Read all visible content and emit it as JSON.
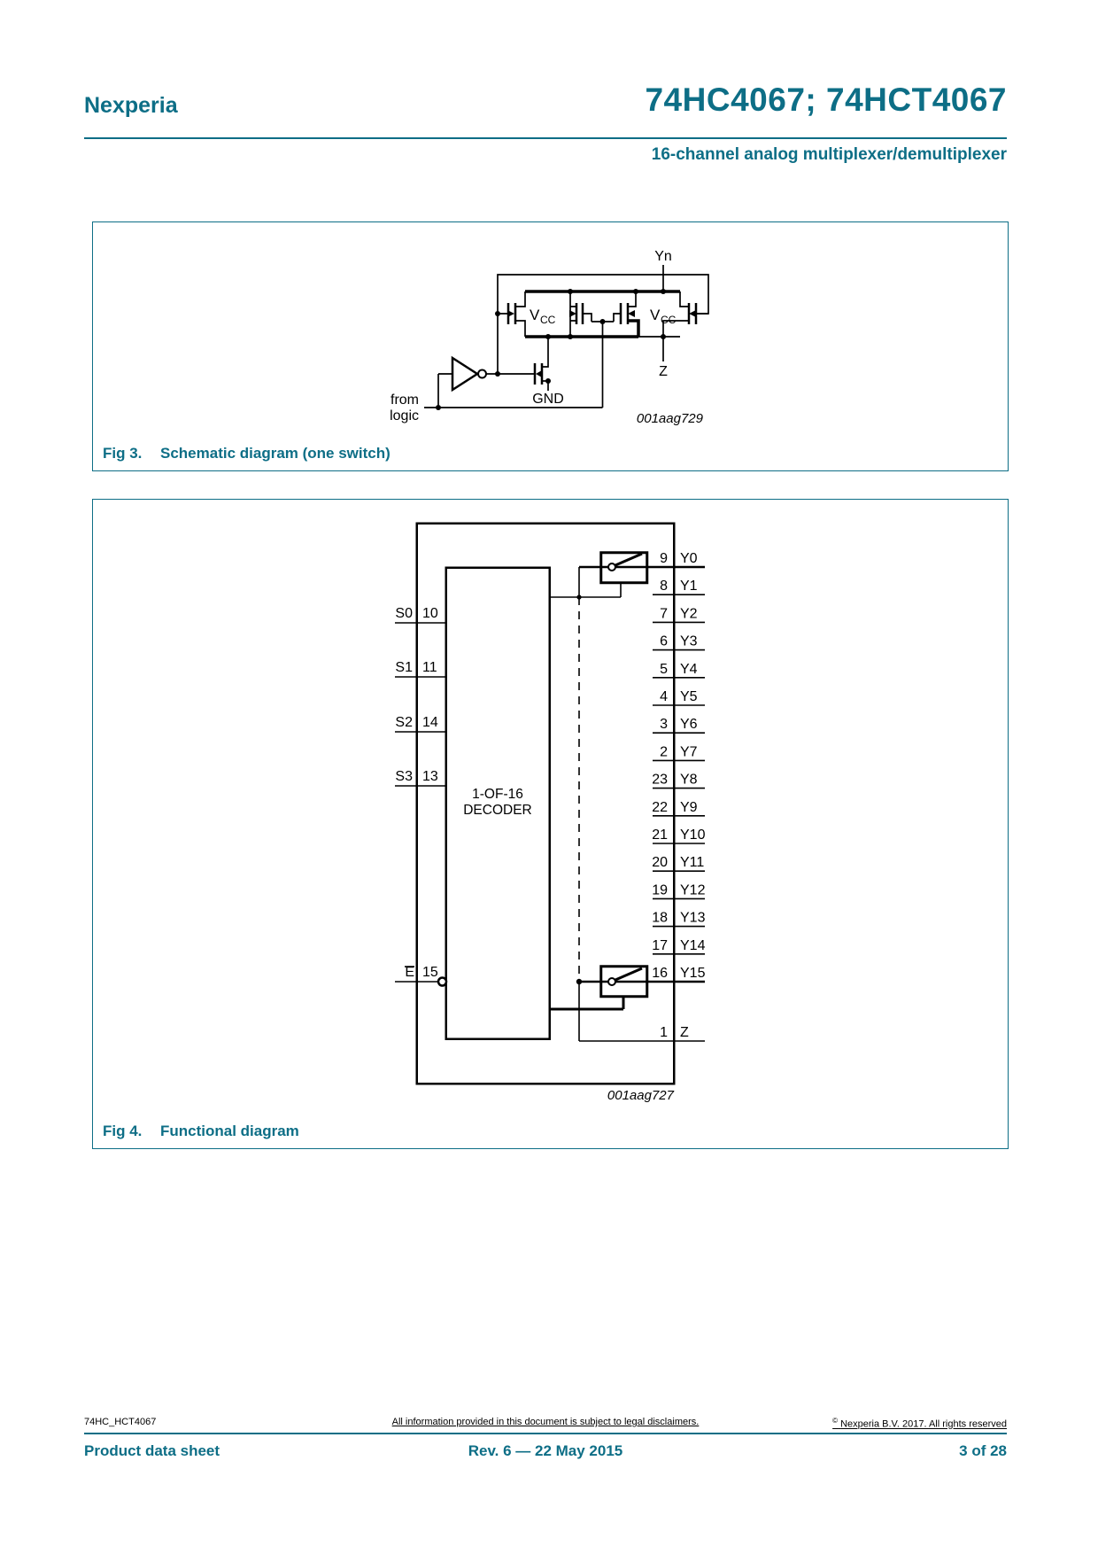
{
  "colors": {
    "accent": "#0D6E86",
    "ink": "#000000"
  },
  "header": {
    "brand": "Nexperia",
    "title": "74HC4067; 74HCT4067",
    "subtitle": "16-channel analog multiplexer/demultiplexer"
  },
  "fig3": {
    "caption_label": "Fig 3.",
    "caption_text": "Schematic diagram (one switch)",
    "drawing_id": "001aag729",
    "labels": {
      "yn": "Yn",
      "vcc": {
        "main": "V",
        "sub": "CC"
      },
      "z": "Z",
      "gnd": "GND",
      "from_logic_line1": "from",
      "from_logic_line2": "logic"
    }
  },
  "fig4": {
    "caption_label": "Fig 4.",
    "caption_text": "Functional diagram",
    "drawing_id": "001aag727",
    "decoder_line1": "1-OF-16",
    "decoder_line2": "DECODER",
    "left_pins": [
      {
        "label": "S0",
        "pin": "10"
      },
      {
        "label": "S1",
        "pin": "11"
      },
      {
        "label": "S2",
        "pin": "14"
      },
      {
        "label": "S3",
        "pin": "13"
      }
    ],
    "enable_pin": {
      "label": "E",
      "overline": true,
      "pin": "15"
    },
    "right_pins": [
      {
        "pin": "9",
        "label": "Y0"
      },
      {
        "pin": "8",
        "label": "Y1"
      },
      {
        "pin": "7",
        "label": "Y2"
      },
      {
        "pin": "6",
        "label": "Y3"
      },
      {
        "pin": "5",
        "label": "Y4"
      },
      {
        "pin": "4",
        "label": "Y5"
      },
      {
        "pin": "3",
        "label": "Y6"
      },
      {
        "pin": "2",
        "label": "Y7"
      },
      {
        "pin": "23",
        "label": "Y8"
      },
      {
        "pin": "22",
        "label": "Y9"
      },
      {
        "pin": "21",
        "label": "Y10"
      },
      {
        "pin": "20",
        "label": "Y11"
      },
      {
        "pin": "19",
        "label": "Y12"
      },
      {
        "pin": "18",
        "label": "Y13"
      },
      {
        "pin": "17",
        "label": "Y14"
      },
      {
        "pin": "16",
        "label": "Y15"
      }
    ],
    "z_pin": {
      "pin": "1",
      "label": "Z"
    }
  },
  "footer": {
    "doc_id": "74HC_HCT4067",
    "legal": "All information provided in this document is subject to legal disclaimers.",
    "copyright_symbol": "©",
    "copyright_text": "Nexperia B.V. 2017. All rights reserved",
    "doc_type": "Product data sheet",
    "revision": "Rev. 6 — 22 May 2015",
    "page": "3 of 28"
  }
}
